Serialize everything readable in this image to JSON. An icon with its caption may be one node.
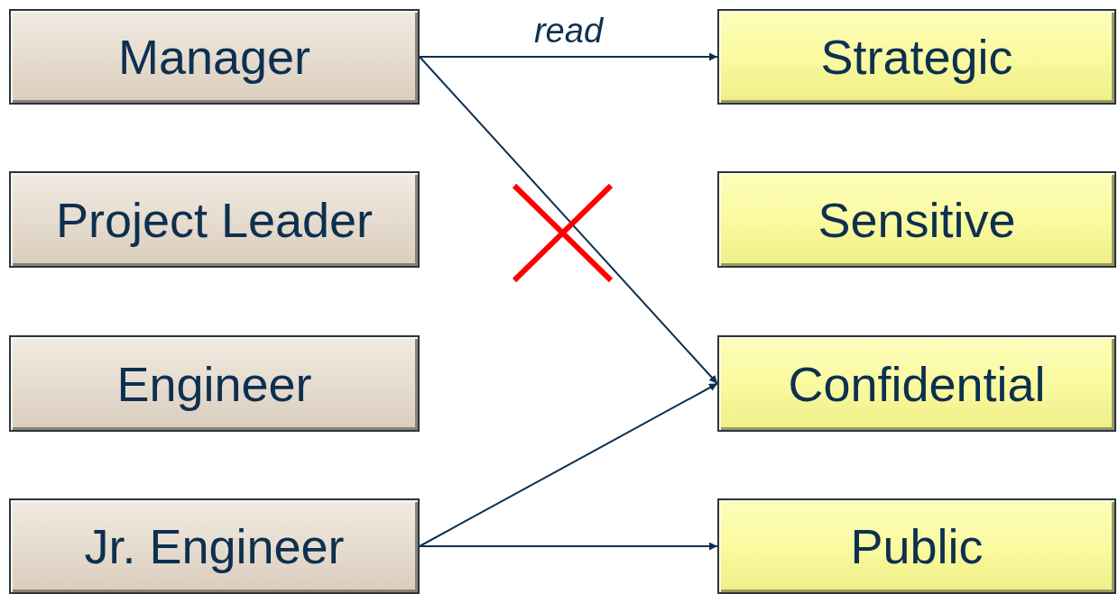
{
  "diagram": {
    "nodes": [
      {
        "text": [
          "Manager"
        ]
      },
      {
        "text": [
          "Strategic"
        ]
      },
      {
        "text": [
          "Project Leader"
        ]
      },
      {
        "text": [
          "Sensitive"
        ]
      },
      {
        "text": [
          "Engineer"
        ]
      },
      {
        "text": [
          "Confidential"
        ]
      },
      {
        "text": [
          "Jr. Engineer"
        ]
      },
      {
        "text": [
          "Public"
        ]
      }
    ],
    "edges": [
      {
        "from": 0,
        "to": 1,
        "arrow": "to",
        "label": "read"
      },
      {
        "from": 0,
        "to": 5,
        "arrow": "to"
      },
      {
        "from": 6,
        "to": 5,
        "arrow": "to"
      },
      {
        "from": 6,
        "to": 7,
        "arrow": "to"
      }
    ]
  }
}
